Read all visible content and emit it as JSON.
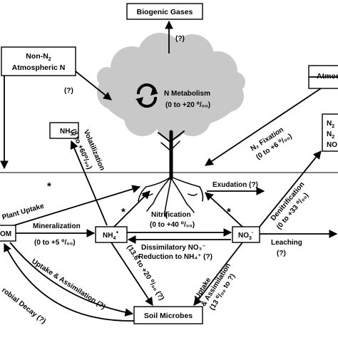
{
  "nodes": {
    "biogenic_gases": "Biogenic Gases",
    "non_n2_line1": "Non-N",
    "non_n2_sub": "2",
    "non_n2_line2": "Atmospheric N",
    "atmos": "Atmos",
    "n_metabolism": "N Metabolism",
    "n_metabolism_range": "(0 to +20 ⁰/₀₀)",
    "nh3": "NH",
    "nh3_sub": "3",
    "n2_a": "N",
    "n2_a_sub": "2",
    "n2_b": "N",
    "n2_b_sub": "2",
    "n2_c": "NO",
    "om": "OM",
    "nh4": "NH",
    "nh4_sub": "4",
    "nh4_sup": "+",
    "no3": "NO",
    "no3_sub": "3",
    "no3_sup": "-",
    "soil_microbes": "Soil Microbes"
  },
  "labels": {
    "biogenic_q": "(?)",
    "non_n2_q": "(?)",
    "volatilization": "Volatilization",
    "volatilization_range": "(8 to +60⁰/₀₀)",
    "n2_fixation": "N₂ Fixation",
    "n2_fixation_range": "(0 to +6 ⁰/₀₀)",
    "exudation": "Exudation (?)",
    "denitrification": "Denitrification",
    "denitrification_range": "(0 to +33 ⁰/₀₀)",
    "plant_uptake": "Plant Uptake",
    "nitrification": "Nitrification",
    "nitrification_range": "(0 to +40 ⁰/₀₀)",
    "mineralization": "Mineralization",
    "mineralization_range": "(0 to +5 ⁰/₀₀)",
    "leaching": "Leaching",
    "leaching_q": "(?)",
    "dissimilatory_1": "Dissimilatory NO₃⁻",
    "dissimilatory_2": "Reduction to NH₄⁺ (?)",
    "nh4_uptake_range": "(13.6 to +20 ⁰/₀₀ (?)",
    "uptake_assimilation": "Uptake & Assimilation (?)",
    "microbial_decay": "robial Decay (?)",
    "no3_uptake_1": "Uptake",
    "no3_uptake_2": "& Assimilation",
    "no3_uptake_3": "(13 ⁰/₀₀ to ?)",
    "asterisk": "*"
  },
  "colors": {
    "canopy": "#c8c8c8",
    "ink": "#000000"
  },
  "icons": [
    "cycle-arrows-icon",
    "tree-icon"
  ]
}
